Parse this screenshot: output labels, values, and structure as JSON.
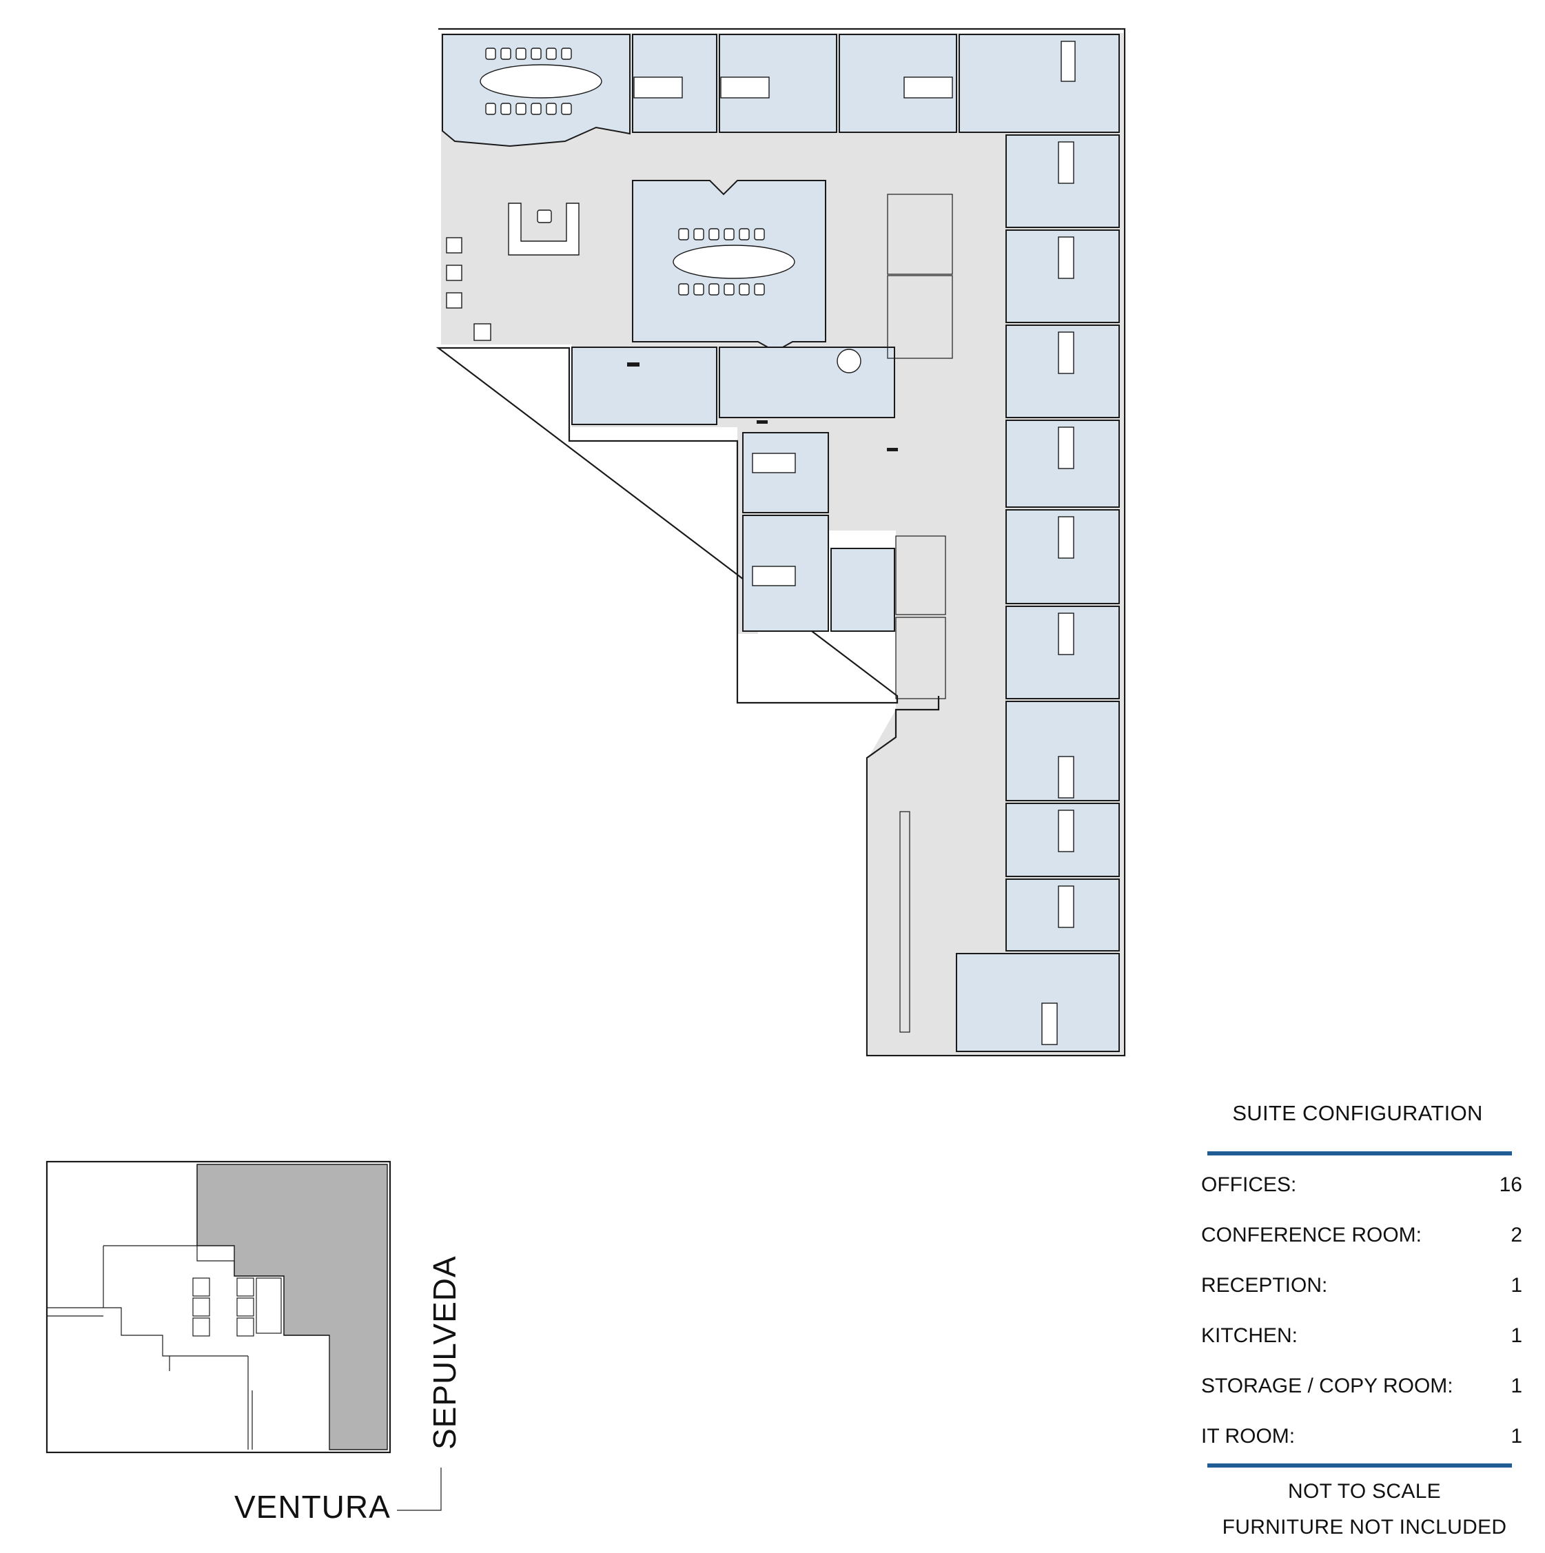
{
  "legend": {
    "title": "SUITE CONFIGURATION",
    "rows": [
      {
        "label": "OFFICES:",
        "value": "16"
      },
      {
        "label": "CONFERENCE ROOM:",
        "value": "2"
      },
      {
        "label": "RECEPTION:",
        "value": "1"
      },
      {
        "label": "KITCHEN:",
        "value": "1"
      },
      {
        "label": "STORAGE / COPY ROOM:",
        "value": "1"
      },
      {
        "label": "IT ROOM:",
        "value": "1"
      }
    ],
    "accent_color": "#1f5d94"
  },
  "notes": {
    "scale": "NOT TO SCALE",
    "furniture": "FURNITURE NOT INCLUDED"
  },
  "streets": {
    "south": "VENTURA",
    "east": "SEPULVEDA"
  },
  "colors": {
    "office_fill": "#d9e3ee",
    "corridor_fill": "#e3e3e3",
    "suite_highlight": "#b3b3b3"
  }
}
